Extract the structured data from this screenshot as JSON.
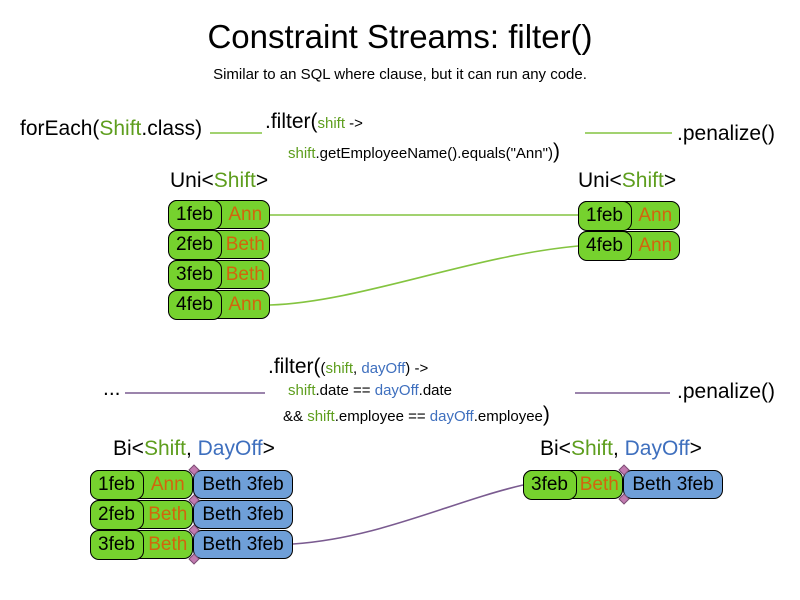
{
  "title": "Constraint Streams: filter()",
  "subtitle": "Similar to an SQL where clause, but it can run any code.",
  "colors": {
    "green": "#76d22e",
    "blue": "#6f9fd8",
    "orange": "#d2650d",
    "codegreen": "#5e9e1e",
    "codeblue": "#3e6fbe",
    "linegreen": "#84c440",
    "linepurple": "#7a5b90",
    "diamond": "#c27ab0"
  },
  "top": {
    "foreach": {
      "pre": "forEach(",
      "type": "Shift",
      "post": ".class)"
    },
    "filter": {
      "open": ".filter(",
      "arg": "shift",
      "arrow": " ->",
      "body_var": "shift",
      "body_rest": ".getEmployeeName().equals(\"Ann\")",
      "close": ")"
    },
    "penalize": ".penalize()",
    "uni_left_header": {
      "pre": "Uni<",
      "type": "Shift",
      "post": ">"
    },
    "uni_right_header": {
      "pre": "Uni<",
      "type": "Shift",
      "post": ">"
    },
    "uni_left_rows": [
      {
        "date": "1feb",
        "name": "Ann"
      },
      {
        "date": "2feb",
        "name": "Beth"
      },
      {
        "date": "3feb",
        "name": "Beth"
      },
      {
        "date": "4feb",
        "name": "Ann"
      }
    ],
    "uni_right_rows": [
      {
        "date": "1feb",
        "name": "Ann"
      },
      {
        "date": "4feb",
        "name": "Ann"
      }
    ]
  },
  "bottom": {
    "ellipsis": "...",
    "filter": {
      "open": ".filter(",
      "p1": "(",
      "arg1": "shift",
      "comma": ", ",
      "arg2": "dayOff",
      "arrow": ") ->",
      "l2_var1": "shift",
      "l2_mid": ".date == ",
      "l2_var2": "dayOff",
      "l2_end": ".date",
      "l3_pre": "&& ",
      "l3_var1": "shift",
      "l3_mid": ".employee == ",
      "l3_var2": "dayOff",
      "l3_end": ".employee",
      "close": ")"
    },
    "penalize": ".penalize()",
    "bi_left_header": {
      "pre": "Bi<",
      "t1": "Shift",
      "comma": ", ",
      "t2": "DayOff",
      "post": ">"
    },
    "bi_right_header": {
      "pre": "Bi<",
      "t1": "Shift",
      "comma": ", ",
      "t2": "DayOff",
      "post": ">"
    },
    "bi_left_rows": [
      {
        "date": "1feb",
        "name": "Ann",
        "pair": "Beth 3feb"
      },
      {
        "date": "2feb",
        "name": "Beth",
        "pair": "Beth 3feb"
      },
      {
        "date": "3feb",
        "name": "Beth",
        "pair": "Beth 3feb"
      }
    ],
    "bi_right_rows": [
      {
        "date": "3feb",
        "name": "Beth",
        "pair": "Beth 3feb"
      }
    ]
  }
}
